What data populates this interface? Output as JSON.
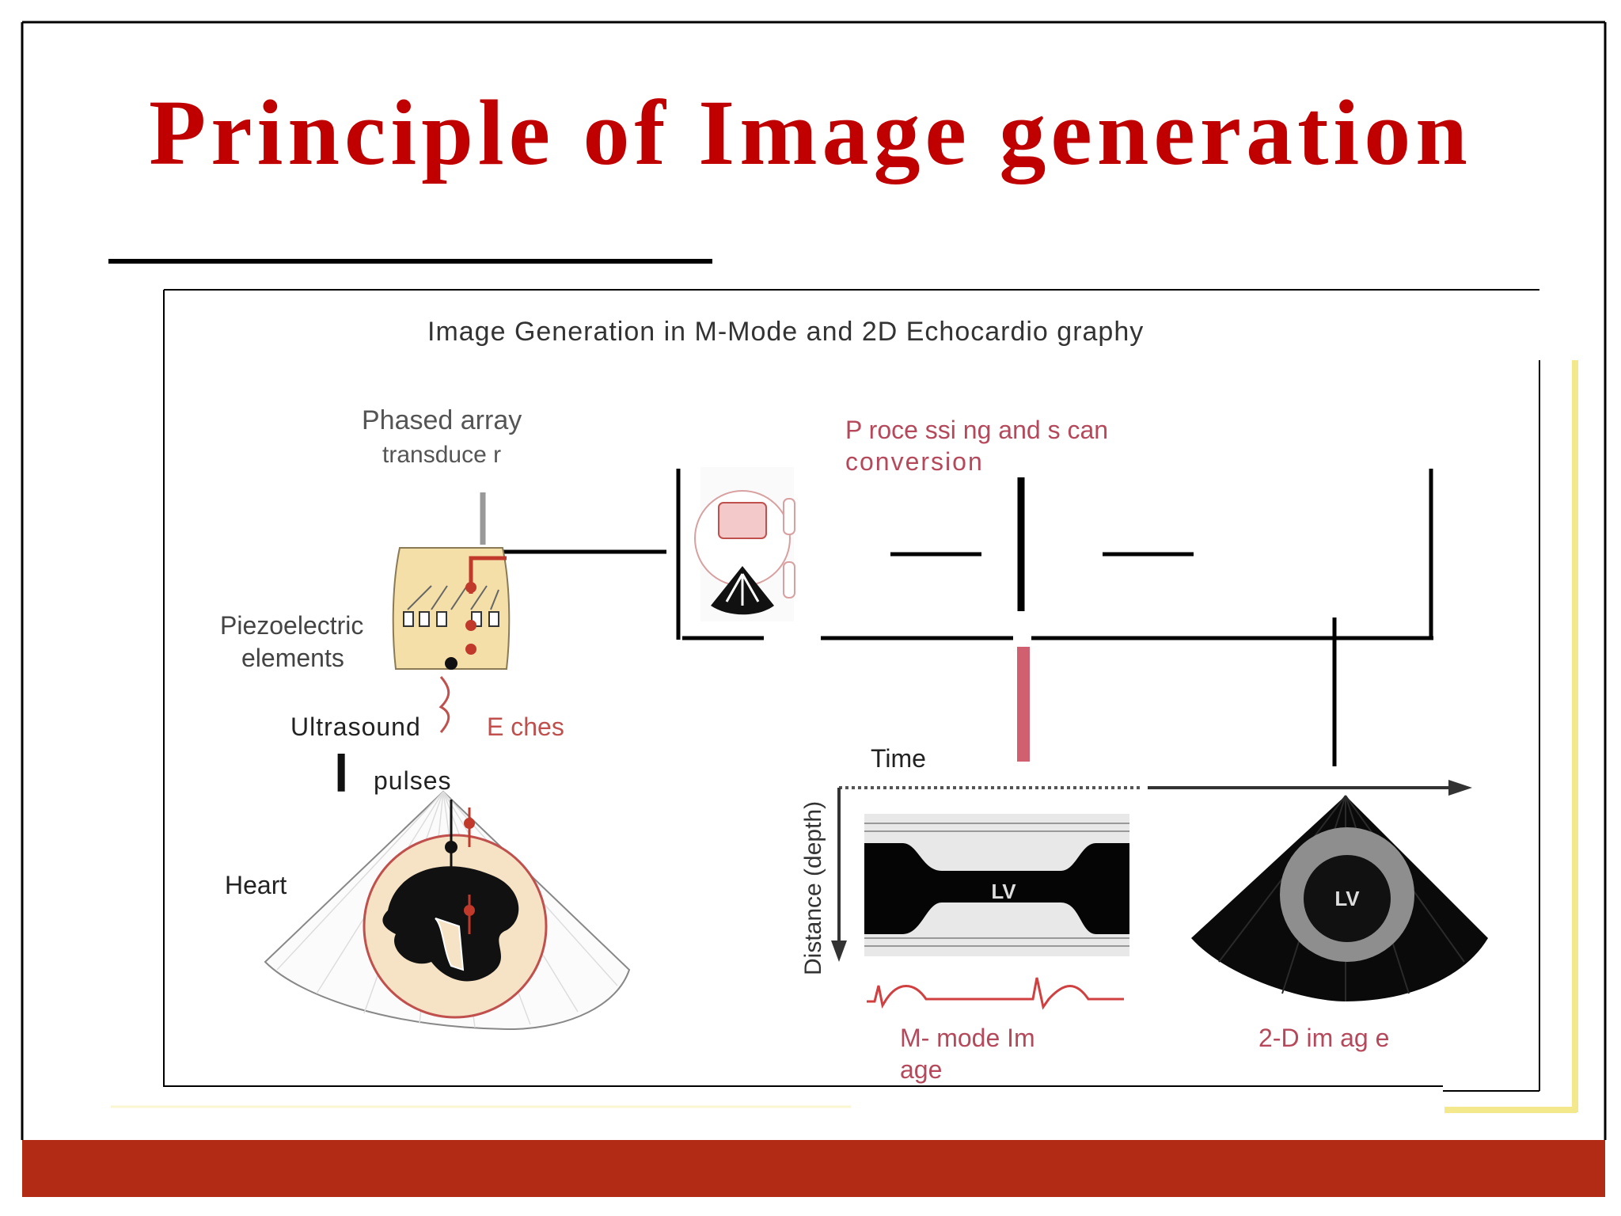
{
  "slide": {
    "title": "Principle of Image generation",
    "footer_color": "#B22B14",
    "title_color": "#C00000",
    "accent_red": "#C0504D",
    "mark_color": "#D0606F"
  },
  "diagram": {
    "caption": "Image Generation in M-Mode and 2D Echocardio graphy",
    "phased_array_label": "Phased array",
    "transducer_label": "transduce r",
    "piezo_label_1": "Piezoelectric",
    "piezo_label_2": "elements",
    "ultrasound_label": "Ultrasound",
    "pulses_label": "pulses",
    "echoes_label": "E ches",
    "heart_label": "Heart",
    "processing_label_1": "P roce ssi ng  and  s can",
    "processing_label_2": "conversion",
    "time_label": "Time",
    "distance_label": "Distance (depth)",
    "lv_mmode": "LV",
    "lv_2d": "LV",
    "mmode_label_1": "M-  mode Im",
    "mmode_label_2": "age",
    "twod_label": "2-D  im ag e"
  }
}
